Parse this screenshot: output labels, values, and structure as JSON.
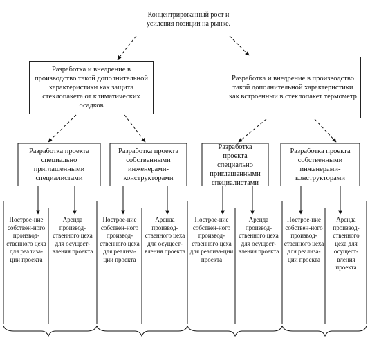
{
  "root": {
    "text": "Концентрированный рост и усиления позиции на рынке."
  },
  "branches": [
    {
      "text": "Разработка и внедрение в производство такой дополнительной характеристики как защита стеклопакета от климатических осадков",
      "subs": [
        {
          "text": "Разработка проекта специально приглашенными специалистами",
          "cols": [
            "Построе-ние собствен-ного производ-ственного цеха для реализа-ции проекта",
            "Аренда производ-ственного цеха для осущест-вления проекта"
          ]
        },
        {
          "text": "Разработка проекта собственными инженерами-конструкторами",
          "cols": [
            "Построе-ние собствен-ного производ-ственного цеха для реализа-ции проекта",
            "Аренда производ-ственного цеха для осущест-вления проекта"
          ]
        }
      ]
    },
    {
      "text": "Разработка и внедрение в производство такой дополнительной характеристики как встроенный в стеклопакет термометр",
      "subs": [
        {
          "text": "Разработка проекта специально приглашенными специалистами",
          "cols": [
            "Построе-ние собствен-ного производ-ственного цеха для реализа-ции проекта",
            "Аренда производ-ственного цеха для осущест-вления проекта"
          ]
        },
        {
          "text": "Разработка проекта собственными инженерами-конструкторами",
          "cols": [
            "Построе-ние собствен-ного производ-ственного цеха для реализа-ции проекта",
            "Аренда производ-ственного цеха для осущест-вления проекта"
          ]
        }
      ]
    }
  ]
}
